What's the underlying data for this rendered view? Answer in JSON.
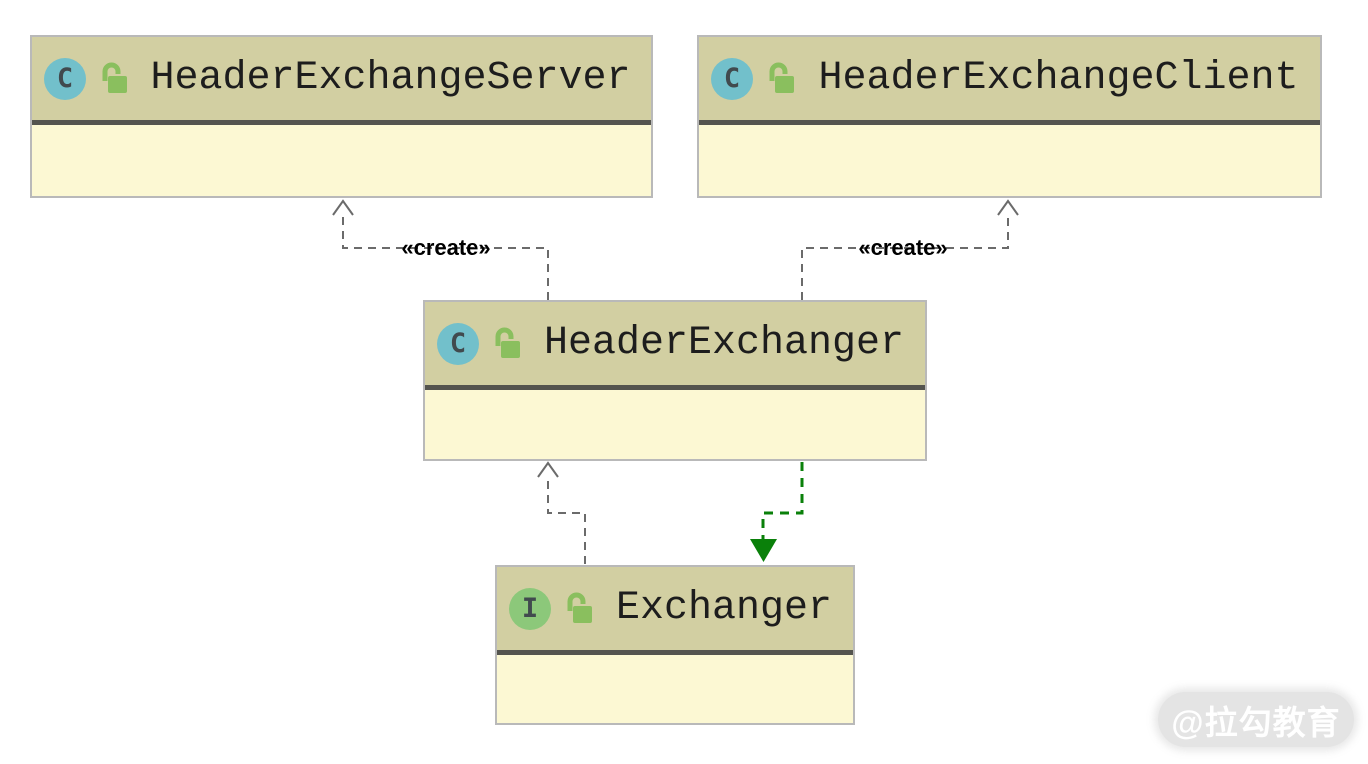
{
  "diagram": {
    "classes": [
      {
        "name": "HeaderExchangeServer",
        "badge": "C",
        "kind": "class"
      },
      {
        "name": "HeaderExchangeClient",
        "badge": "C",
        "kind": "class"
      },
      {
        "name": "HeaderExchanger",
        "badge": "C",
        "kind": "class"
      },
      {
        "name": "Exchanger",
        "badge": "I",
        "kind": "interface"
      }
    ],
    "edges": [
      {
        "from": "HeaderExchanger",
        "to": "HeaderExchangeServer",
        "type": "create-dependency",
        "label": "«create»"
      },
      {
        "from": "HeaderExchanger",
        "to": "HeaderExchangeClient",
        "type": "create-dependency",
        "label": "«create»"
      },
      {
        "from": "Exchanger",
        "to": "HeaderExchanger",
        "type": "dependency",
        "label": ""
      },
      {
        "from": "HeaderExchanger",
        "to": "Exchanger",
        "type": "realization",
        "label": ""
      }
    ],
    "colors": {
      "box_header": "#d2cfa2",
      "box_body": "#fcf8d3",
      "box_border": "#b9b9b9",
      "separator": "#54544e",
      "class_badge_bg": "#72c0cb",
      "interface_badge_bg": "#8cc87a",
      "lock_green": "#8abf5e",
      "edge_gray": "#6b6b6b",
      "edge_green": "#0a800a",
      "watermark_bg": "#e4e4e4",
      "watermark_text": "#ffffff"
    },
    "watermark": "@拉勾教育"
  }
}
